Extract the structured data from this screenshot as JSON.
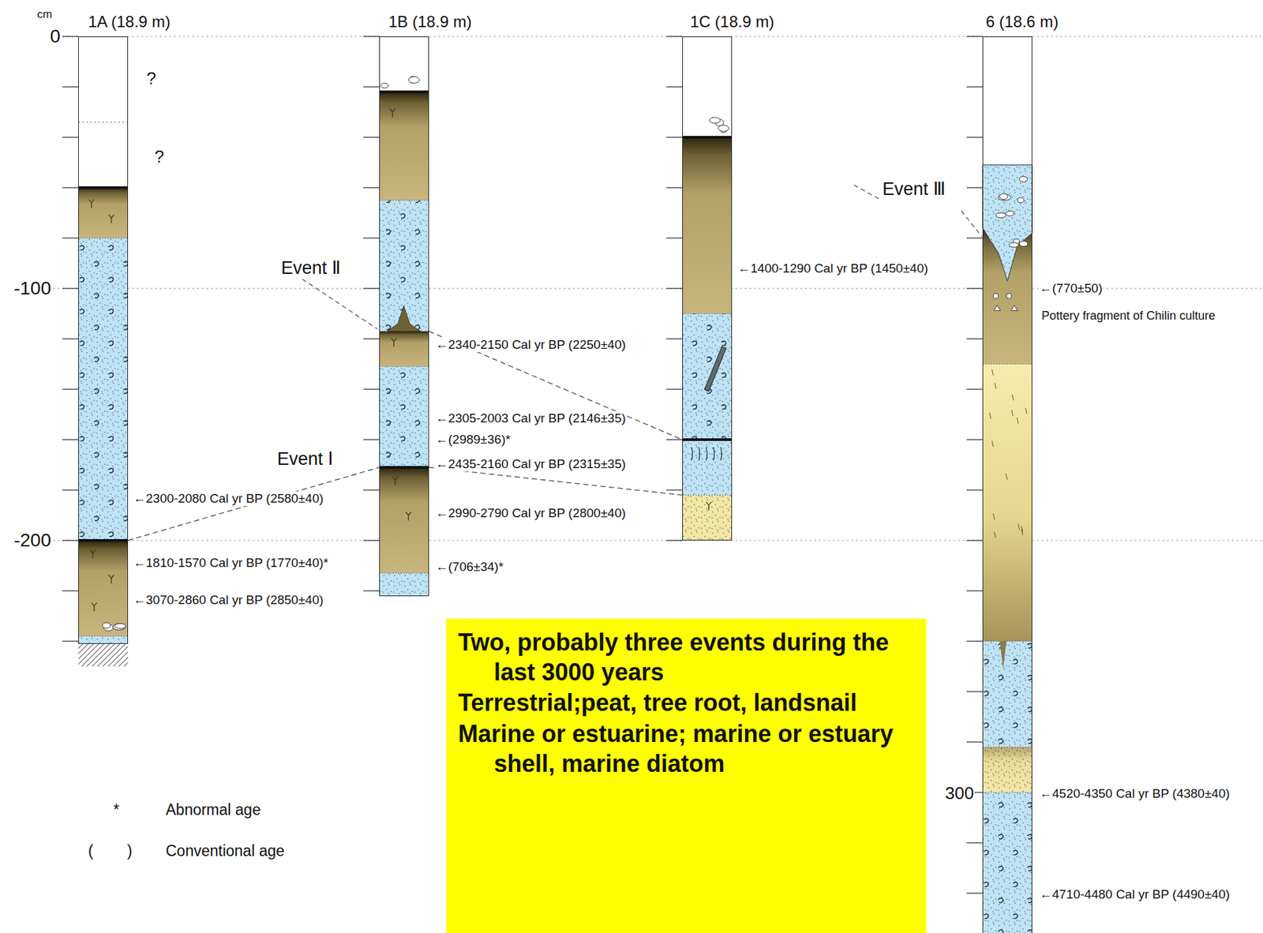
{
  "diagram": {
    "nodes": [
      {
        "text": [
          "1A (18.9 m)"
        ]
      },
      {
        "text": [
          "1B (18.9 m)"
        ]
      },
      {
        "text": [
          "1C (18.9 m)"
        ]
      },
      {
        "text": [
          "6 (18.6 m)"
        ]
      },
      {
        "text": [
          "Two, probably three events during the last 3000 years",
          "Terrestrial;peat, tree root, landsnail",
          "Marine or estuarine; marine or estuary shell, marine diatom"
        ]
      }
    ],
    "edges": [
      {
        "from": 0,
        "to": 1,
        "arrow": "none"
      },
      {
        "from": 1,
        "to": 2,
        "arrow": "none"
      },
      {
        "from": 1,
        "to": 2,
        "arrow": "none"
      }
    ],
    "labels": [
      "cm",
      "0",
      "-100",
      "-200",
      "300",
      "?",
      "?",
      "Event Ⅱ",
      "Event Ⅰ",
      "Event Ⅲ",
      "←2300-2080 Cal yr BP (2580±40)",
      "←1810-1570 Cal yr BP (1770±40)*",
      "←3070-2860 Cal yr BP (2850±40)",
      "←2340-2150 Cal yr BP (2250±40)",
      "←2305-2003 Cal yr BP (2146±35)",
      "←(2989±36)*",
      "←2435-2160 Cal yr BP (2315±35)",
      "←2990-2790 Cal yr BP (2800±40)",
      "←(706±34)*",
      "←1400-1290 Cal yr BP (1450±40)",
      "←(770±50)",
      "Pottery fragment of Chilin culture",
      "←4520-4350 Cal yr BP (4380±40)",
      "←4710-4480 Cal yr BP (4490±40)",
      "*",
      "(        )"
    ],
    "legend": [
      {
        "text": "Abnormal age"
      },
      {
        "text": "Conventional age"
      }
    ]
  }
}
